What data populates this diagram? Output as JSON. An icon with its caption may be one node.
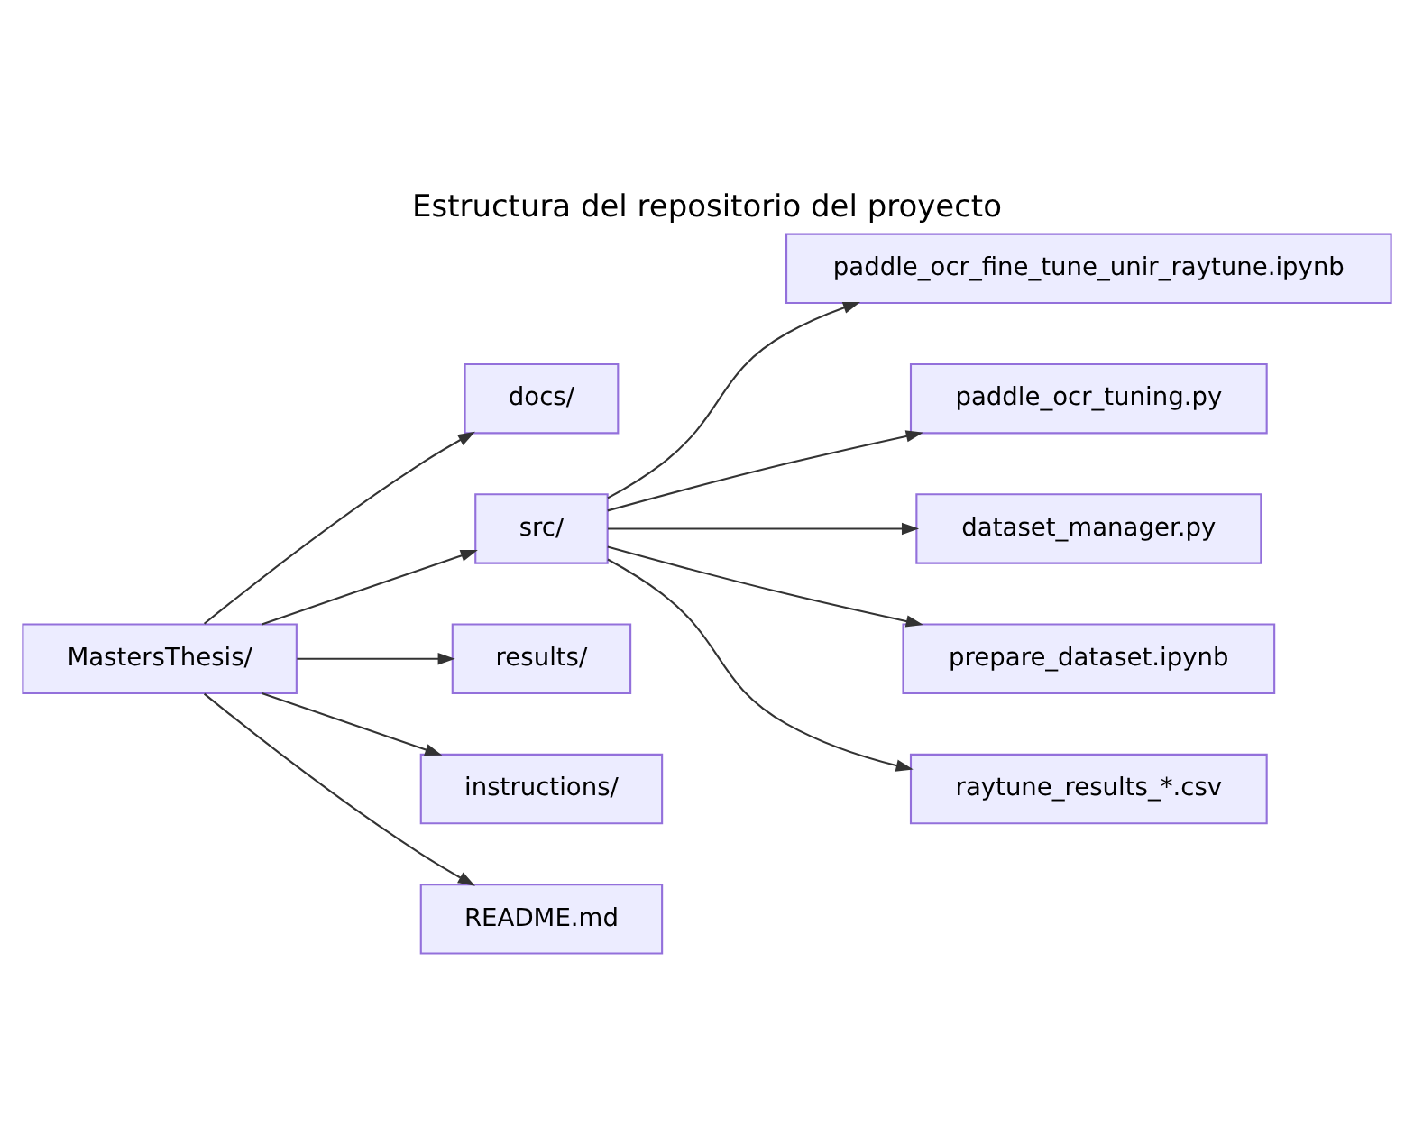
{
  "diagram": {
    "title": "Estructura del repositorio del proyecto",
    "nodes": [
      {
        "text": [
          "MastersThesis/"
        ]
      },
      {
        "text": [
          "docs/"
        ]
      },
      {
        "text": [
          "src/"
        ]
      },
      {
        "text": [
          "results/"
        ]
      },
      {
        "text": [
          "instructions/"
        ]
      },
      {
        "text": [
          "README.md"
        ]
      },
      {
        "text": [
          "paddle_ocr_fine_tune_unir_raytune.ipynb"
        ]
      },
      {
        "text": [
          "paddle_ocr_tuning.py"
        ]
      },
      {
        "text": [
          "dataset_manager.py"
        ]
      },
      {
        "text": [
          "prepare_dataset.ipynb"
        ]
      },
      {
        "text": [
          "raytune_results_*.csv"
        ]
      }
    ],
    "edges": [
      {
        "from": 0,
        "to": 1,
        "arrow": "to"
      },
      {
        "from": 0,
        "to": 2,
        "arrow": "to"
      },
      {
        "from": 0,
        "to": 3,
        "arrow": "to"
      },
      {
        "from": 0,
        "to": 4,
        "arrow": "to"
      },
      {
        "from": 0,
        "to": 5,
        "arrow": "to"
      },
      {
        "from": 2,
        "to": 6,
        "arrow": "to"
      },
      {
        "from": 2,
        "to": 7,
        "arrow": "to"
      },
      {
        "from": 2,
        "to": 8,
        "arrow": "to"
      },
      {
        "from": 2,
        "to": 9,
        "arrow": "to"
      },
      {
        "from": 2,
        "to": 10,
        "arrow": "to"
      }
    ]
  }
}
